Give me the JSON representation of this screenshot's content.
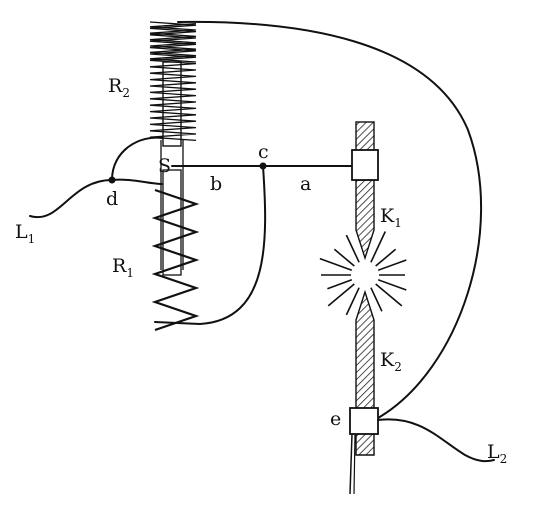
{
  "labels": {
    "R2": {
      "main": "R",
      "sub": "2"
    },
    "R1": {
      "main": "R",
      "sub": "1"
    },
    "K1": {
      "main": "K",
      "sub": "1"
    },
    "K2": {
      "main": "K",
      "sub": "2"
    },
    "L1": {
      "main": "L",
      "sub": "1"
    },
    "L2": {
      "main": "L",
      "sub": "2"
    },
    "S": "S",
    "a": "a",
    "b": "b",
    "c": "c",
    "d": "d",
    "e": "e"
  }
}
